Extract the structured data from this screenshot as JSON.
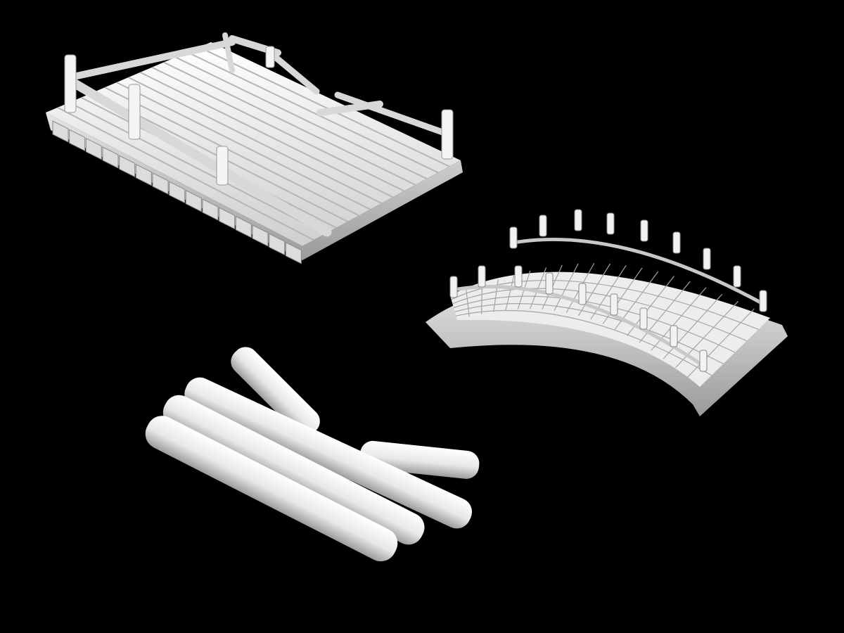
{
  "scene": {
    "background": "#000000",
    "model_color": "#f2f2f2",
    "shadow_color": "#a8a8a8",
    "objects": [
      "wooden-plank-bridge",
      "stone-arch-bridge",
      "log-pile"
    ]
  }
}
